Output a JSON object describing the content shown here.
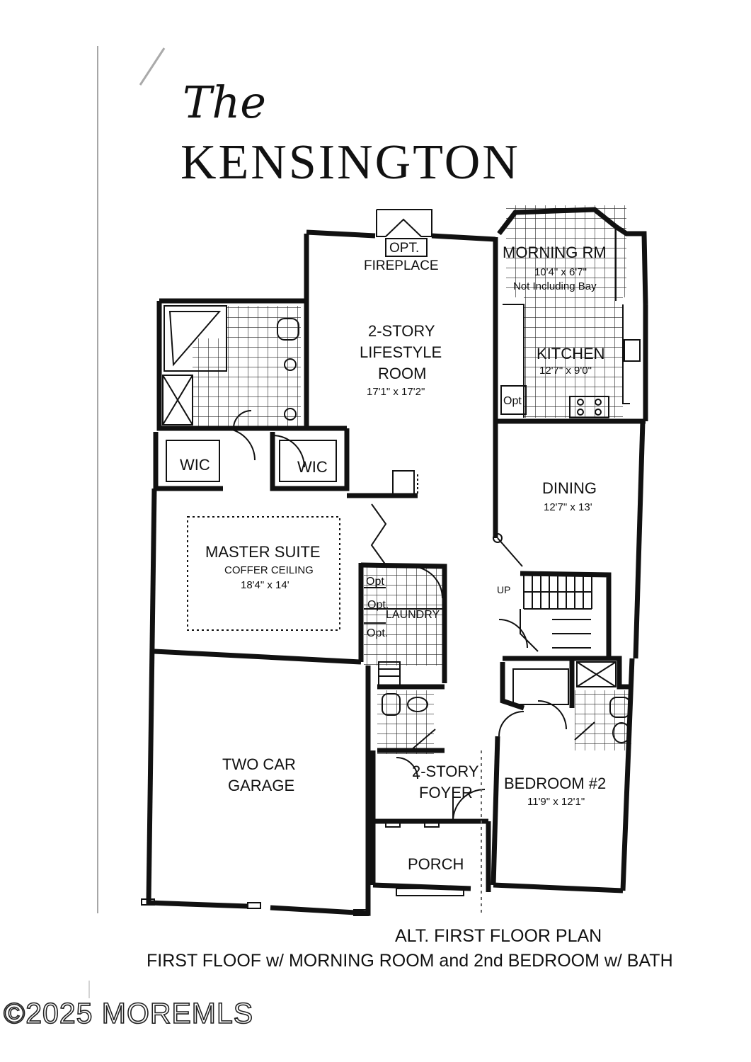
{
  "title": {
    "script": "The",
    "main": "KENSINGTON"
  },
  "rooms": {
    "fireplace": {
      "line1": "OPT.",
      "line2": "FIREPLACE"
    },
    "morning_room": {
      "name": "MORNING RM",
      "dims": "10'4\" x 6'7\"",
      "note": "Not Including Bay"
    },
    "lifestyle": {
      "line1": "2-STORY",
      "line2": "LIFESTYLE",
      "line3": "ROOM",
      "dims": "17'1\" x 17'2\""
    },
    "kitchen": {
      "name": "KITCHEN",
      "dims": "12'7\" x 9'0\"",
      "opt": "Opt"
    },
    "dining": {
      "name": "DINING",
      "dims": "12'7\" x 13'"
    },
    "wic_left": "WIC",
    "wic_right": "WIC",
    "master": {
      "name": "MASTER  SUITE",
      "note": "COFFER CEILING",
      "dims": "18'4\" x 14'"
    },
    "laundry": {
      "name": "LAUNDRY",
      "opt1": "Opt",
      "opt2": "Opt.",
      "opt3": "Opt."
    },
    "stairs_up": "UP",
    "garage": {
      "line1": "TWO  CAR",
      "line2": "GARAGE"
    },
    "foyer": {
      "line1": "2-STORY",
      "line2": "FOYER"
    },
    "bedroom2": {
      "name": "BEDROOM #2",
      "dims": "11'9\" x 12'1\""
    },
    "porch": "PORCH"
  },
  "caption": {
    "line1": "ALT. FIRST FLOOR PLAN",
    "line2": "FIRST FLOOF w/ MORNING ROOM and 2nd BEDROOM w/ BATH"
  },
  "watermark": "©2025 MOREMLS"
}
